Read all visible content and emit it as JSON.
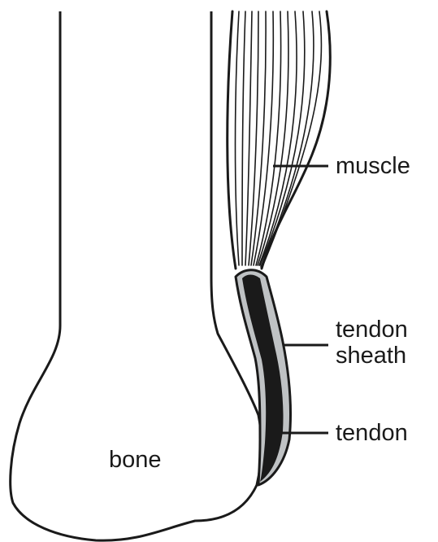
{
  "labels": {
    "muscle": "muscle",
    "tendon_sheath_line1": "tendon",
    "tendon_sheath_line2": "sheath",
    "tendon": "tendon",
    "bone": "bone"
  },
  "colors": {
    "outline": "#1a1a1a",
    "tendon": "#1a1a1a",
    "sheath": "#bfc2c4",
    "bone_fill": "#ffffff"
  }
}
